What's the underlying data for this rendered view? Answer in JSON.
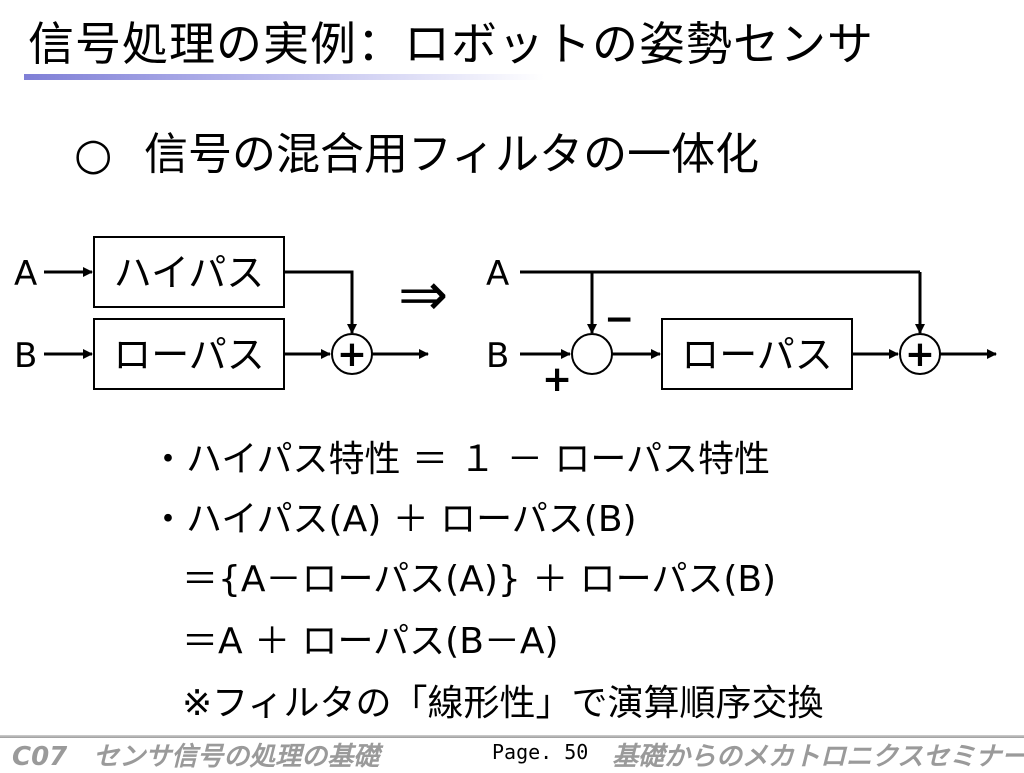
{
  "slide": {
    "title": "信号処理の実例：ロボットの姿勢センサ",
    "subtitle_bullet": "○",
    "subtitle": "信号の混合用フィルタの一体化"
  },
  "diagram": {
    "left": {
      "input_a": "A",
      "input_b": "B",
      "box_high": "ハイパス",
      "box_low": "ローパス",
      "sum_symbol": "+"
    },
    "arrow_symbol": "⇒",
    "right": {
      "input_a": "A",
      "input_b": "B",
      "box_low": "ローパス",
      "sum_symbol": "+",
      "minus_sign": "−",
      "plus_sign": "+"
    }
  },
  "body": {
    "line1": "・ハイパス特性 ＝ １ － ローパス特性",
    "line2": "・ハイパス(A) ＋ ローパス(B)",
    "line3": "＝{A－ローパス(A)} ＋ ローパス(B)",
    "line4": "＝A ＋ ローパス(B－A)",
    "line5": "※フィルタの「線形性」で演算順序交換"
  },
  "footer": {
    "left": "C07　センサ信号の処理の基礎",
    "page": "Page. 50",
    "right": "基礎からのメカトロニクスセミナー"
  },
  "colors": {
    "title_underline": "#7f7fd6",
    "footer_text": "#9a9a9a",
    "footer_rule": "#9c9c9c"
  }
}
